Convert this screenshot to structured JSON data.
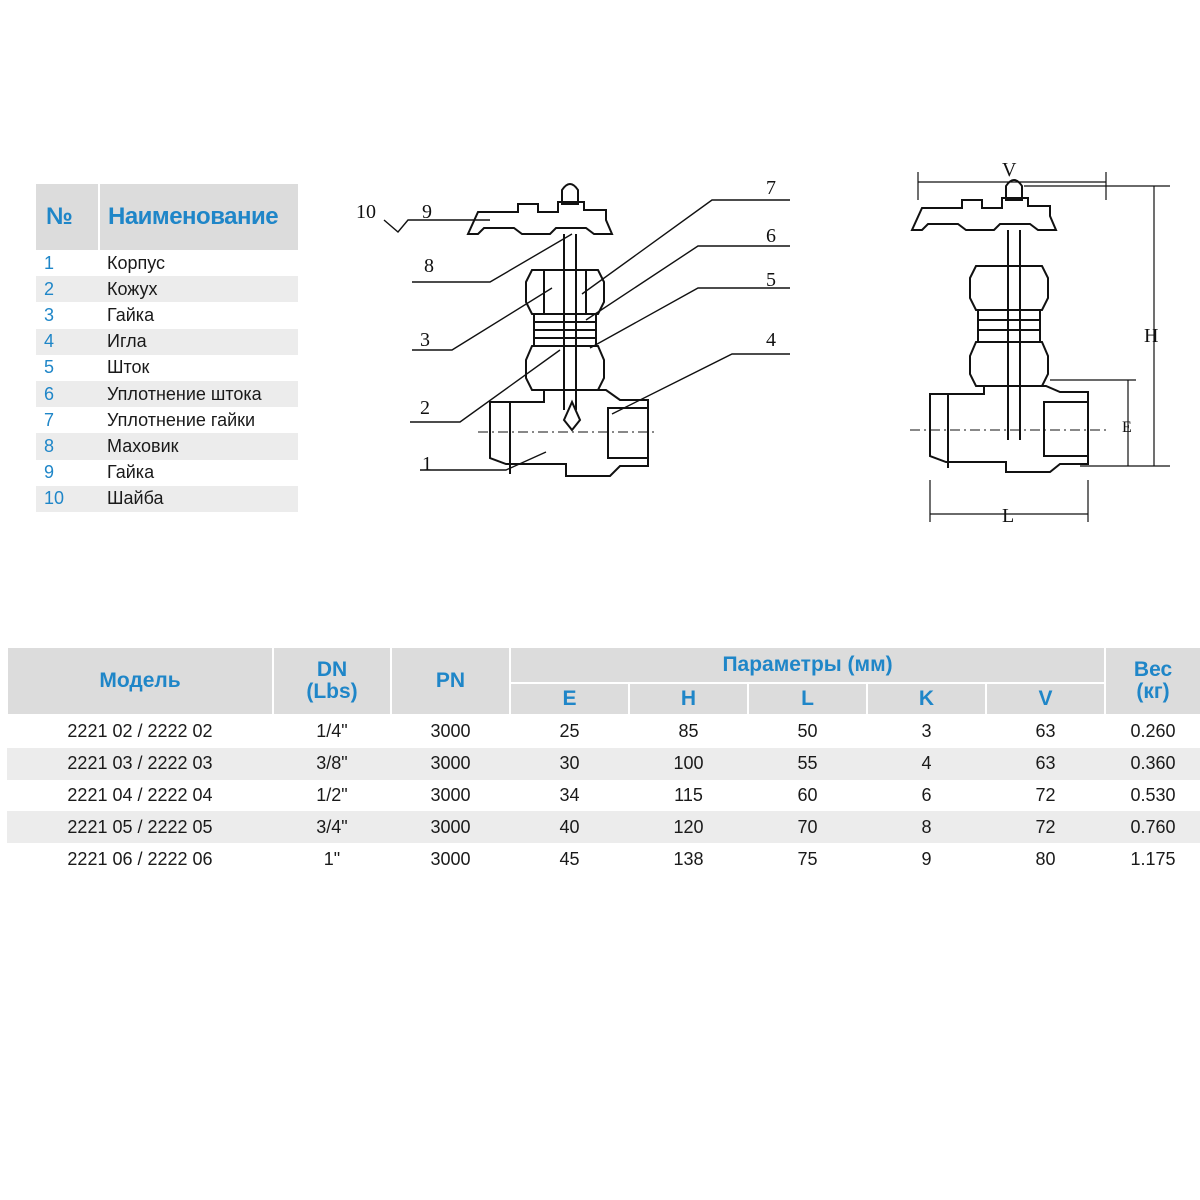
{
  "parts_table": {
    "header": {
      "number": "№",
      "name": "Наименование"
    },
    "rows": [
      {
        "number": "1",
        "name": "Корпус"
      },
      {
        "number": "2",
        "name": "Кожух"
      },
      {
        "number": "3",
        "name": "Гайка"
      },
      {
        "number": "4",
        "name": "Игла"
      },
      {
        "number": "5",
        "name": "Шток"
      },
      {
        "number": "6",
        "name": "Уплотнение штока"
      },
      {
        "number": "7",
        "name": "Уплотнение гайки"
      },
      {
        "number": "8",
        "name": "Маховик"
      },
      {
        "number": "9",
        "name": "Гайка"
      },
      {
        "number": "10",
        "name": "Шайба"
      }
    ]
  },
  "section_drawing": {
    "callouts": [
      "10",
      "9",
      "8",
      "3",
      "2",
      "1",
      "7",
      "6",
      "5",
      "4"
    ]
  },
  "dimension_drawing": {
    "labels": {
      "v": "V",
      "h": "H",
      "e": "E",
      "l": "L"
    }
  },
  "spec_table": {
    "headers": {
      "model": "Модель",
      "dn_line1": "DN",
      "dn_line2": "(Lbs)",
      "pn": "PN",
      "params": "Параметры (мм)",
      "e": "E",
      "h": "H",
      "l": "L",
      "k": "K",
      "v": "V",
      "weight_line1": "Вес",
      "weight_line2": "(кг)"
    },
    "rows": [
      {
        "model": "2221 02 / 2222 02",
        "dn": "1/4\"",
        "pn": "3000",
        "e": "25",
        "h": "85",
        "l": "50",
        "k": "3",
        "v": "63",
        "weight": "0.260"
      },
      {
        "model": "2221 03 / 2222 03",
        "dn": "3/8\"",
        "pn": "3000",
        "e": "30",
        "h": "100",
        "l": "55",
        "k": "4",
        "v": "63",
        "weight": "0.360"
      },
      {
        "model": "2221 04 / 2222 04",
        "dn": "1/2\"",
        "pn": "3000",
        "e": "34",
        "h": "115",
        "l": "60",
        "k": "6",
        "v": "72",
        "weight": "0.530"
      },
      {
        "model": "2221 05 / 2222 05",
        "dn": "3/4\"",
        "pn": "3000",
        "e": "40",
        "h": "120",
        "l": "70",
        "k": "8",
        "v": "72",
        "weight": "0.760"
      },
      {
        "model": "2221 06 / 2222 06",
        "dn": "1\"",
        "pn": "3000",
        "e": "45",
        "h": "138",
        "l": "75",
        "k": "9",
        "v": "80",
        "weight": "1.175"
      }
    ]
  },
  "colors": {
    "accent": "#1f86c8",
    "header_bg": "#dcdcdc",
    "stripe_bg": "#ececec"
  }
}
